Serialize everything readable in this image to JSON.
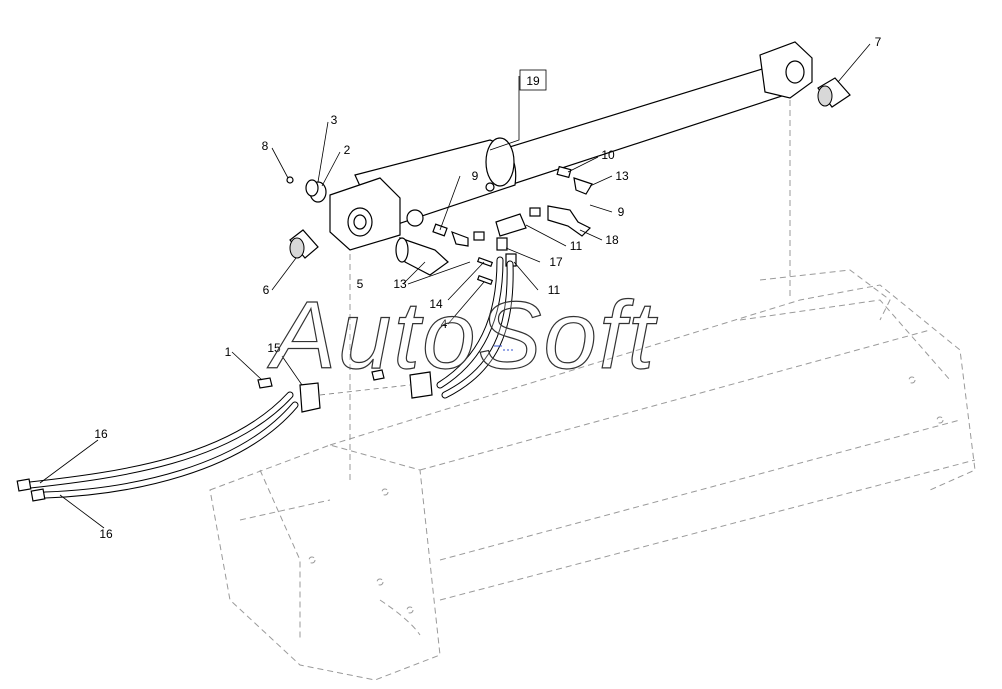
{
  "watermark": "AutoSoft",
  "callouts": {
    "c1": "1",
    "c2": "2",
    "c3": "3",
    "c4": "4",
    "c5": "5",
    "c6": "6",
    "c7": "7",
    "c8": "8",
    "c9a": "9",
    "c9b": "9",
    "c10": "10",
    "c11a": "11",
    "c11b": "11",
    "c13a": "13",
    "c13b": "13",
    "c14": "14",
    "c15": "15",
    "c16a": "16",
    "c16b": "16",
    "c17": "17",
    "c18": "18",
    "c19": "19"
  }
}
